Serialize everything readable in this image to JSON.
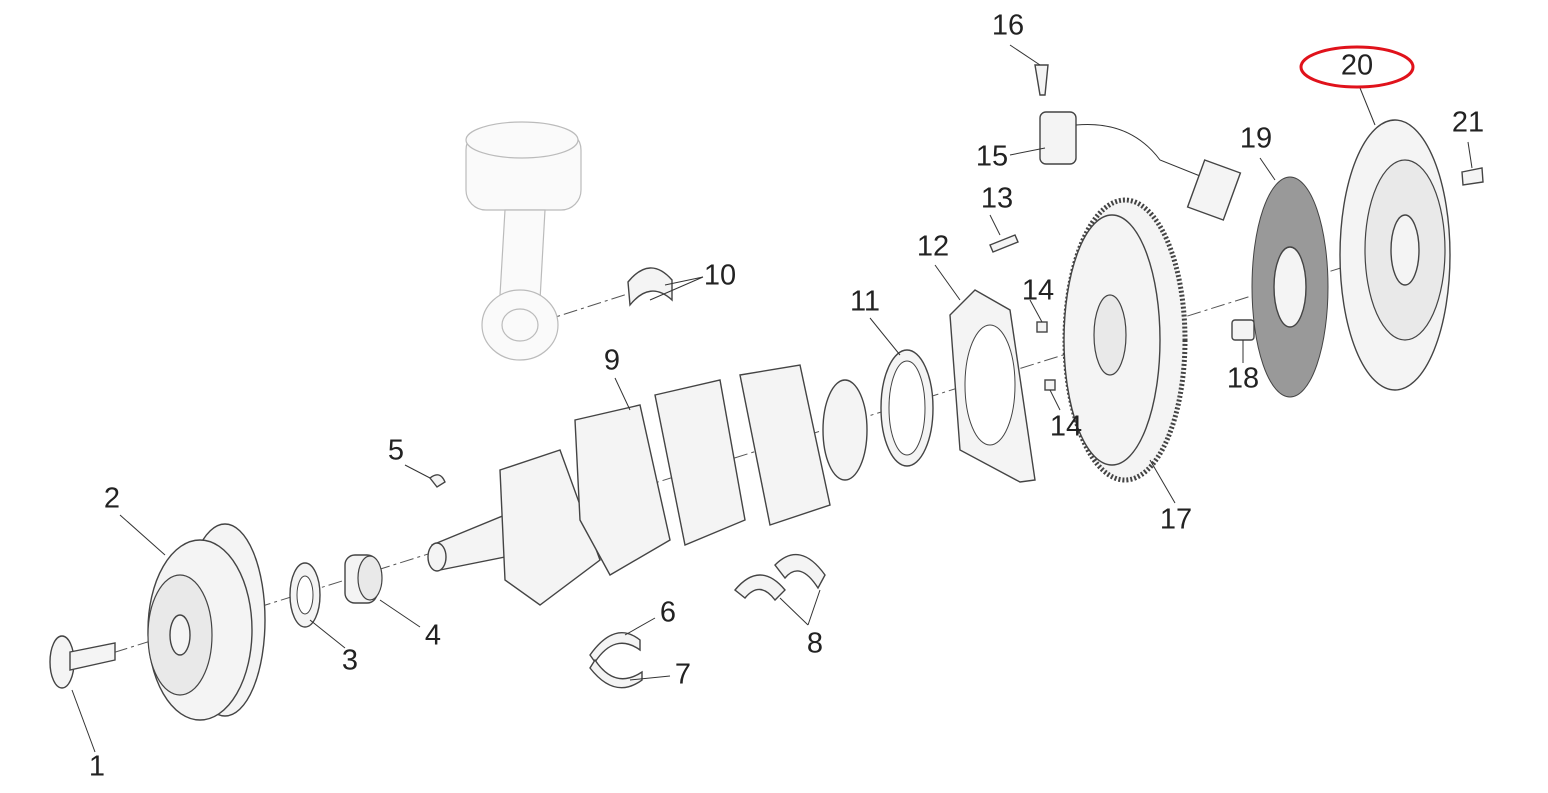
{
  "diagram": {
    "title": "Crankshaft and flywheel exploded view",
    "callouts": {
      "c1": "1",
      "c2": "2",
      "c3": "3",
      "c4": "4",
      "c5": "5",
      "c6": "6",
      "c7": "7",
      "c8": "8",
      "c9": "9",
      "c10": "10",
      "c11": "11",
      "c12": "12",
      "c13": "13",
      "c14a": "14",
      "c14b": "14",
      "c15": "15",
      "c16": "16",
      "c17": "17",
      "c18": "18",
      "c19": "19",
      "c20": "20",
      "c21": "21"
    },
    "highlighted_callout": "20",
    "highlight_color": "#e0121b"
  }
}
